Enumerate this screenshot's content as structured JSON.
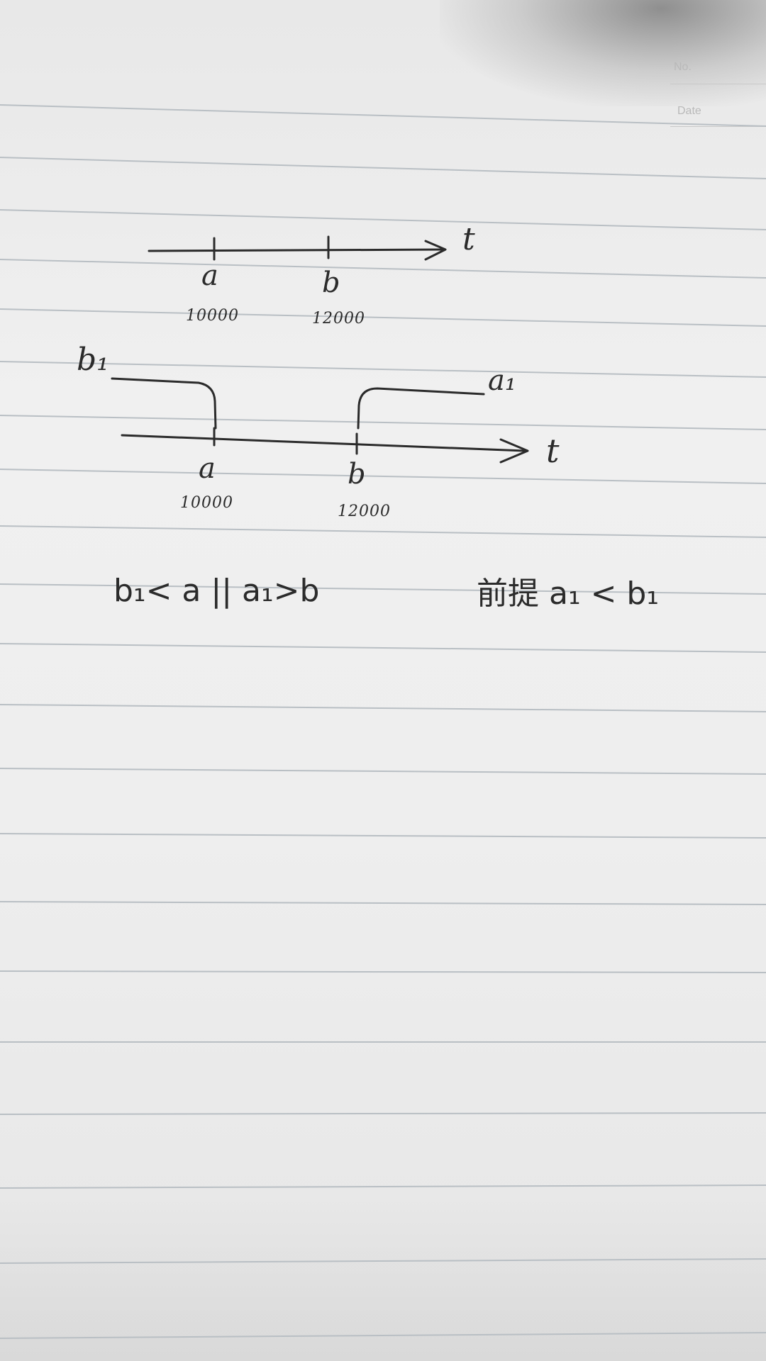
{
  "paper": {
    "header_no": "No.",
    "header_date": "Date"
  },
  "diagram1": {
    "axis_label": "t",
    "ticks": [
      {
        "label": "a",
        "value": "10000"
      },
      {
        "label": "b",
        "value": "12000"
      }
    ]
  },
  "diagram2": {
    "axis_label": "t",
    "ticks": [
      {
        "label": "a",
        "value": "10000"
      },
      {
        "label": "b",
        "value": "12000"
      }
    ],
    "left_curve_label": "b₁",
    "right_curve_label": "a₁"
  },
  "formulas": {
    "condition": "b₁< a  ||  a₁>b",
    "premise": "前提  a₁ < b₁"
  }
}
